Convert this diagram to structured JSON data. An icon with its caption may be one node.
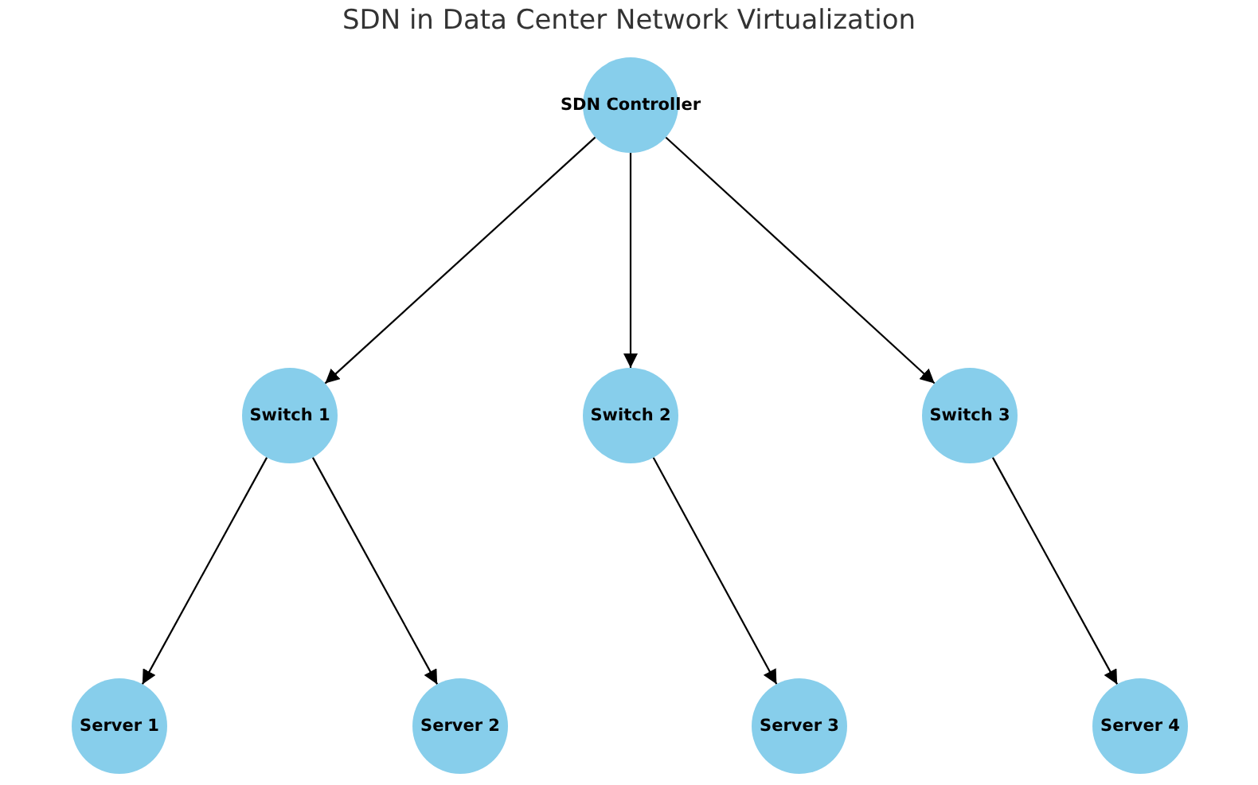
{
  "diagram": {
    "title": "SDN in Data Center Network Virtualization",
    "nodes": [
      {
        "text": [
          "SDN Controller"
        ]
      },
      {
        "text": [
          "Switch 1"
        ]
      },
      {
        "text": [
          "Switch 2"
        ]
      },
      {
        "text": [
          "Switch 3"
        ]
      },
      {
        "text": [
          "Server 1"
        ]
      },
      {
        "text": [
          "Server 2"
        ]
      },
      {
        "text": [
          "Server 3"
        ]
      },
      {
        "text": [
          "Server 4"
        ]
      }
    ],
    "edges": [
      {
        "from": 0,
        "to": 1,
        "arrow": "to"
      },
      {
        "from": 0,
        "to": 2,
        "arrow": "to"
      },
      {
        "from": 0,
        "to": 3,
        "arrow": "to"
      },
      {
        "from": 1,
        "to": 4,
        "arrow": "to"
      },
      {
        "from": 1,
        "to": 5,
        "arrow": "to"
      },
      {
        "from": 2,
        "to": 6,
        "arrow": "to"
      },
      {
        "from": 3,
        "to": 7,
        "arrow": "to"
      }
    ]
  }
}
